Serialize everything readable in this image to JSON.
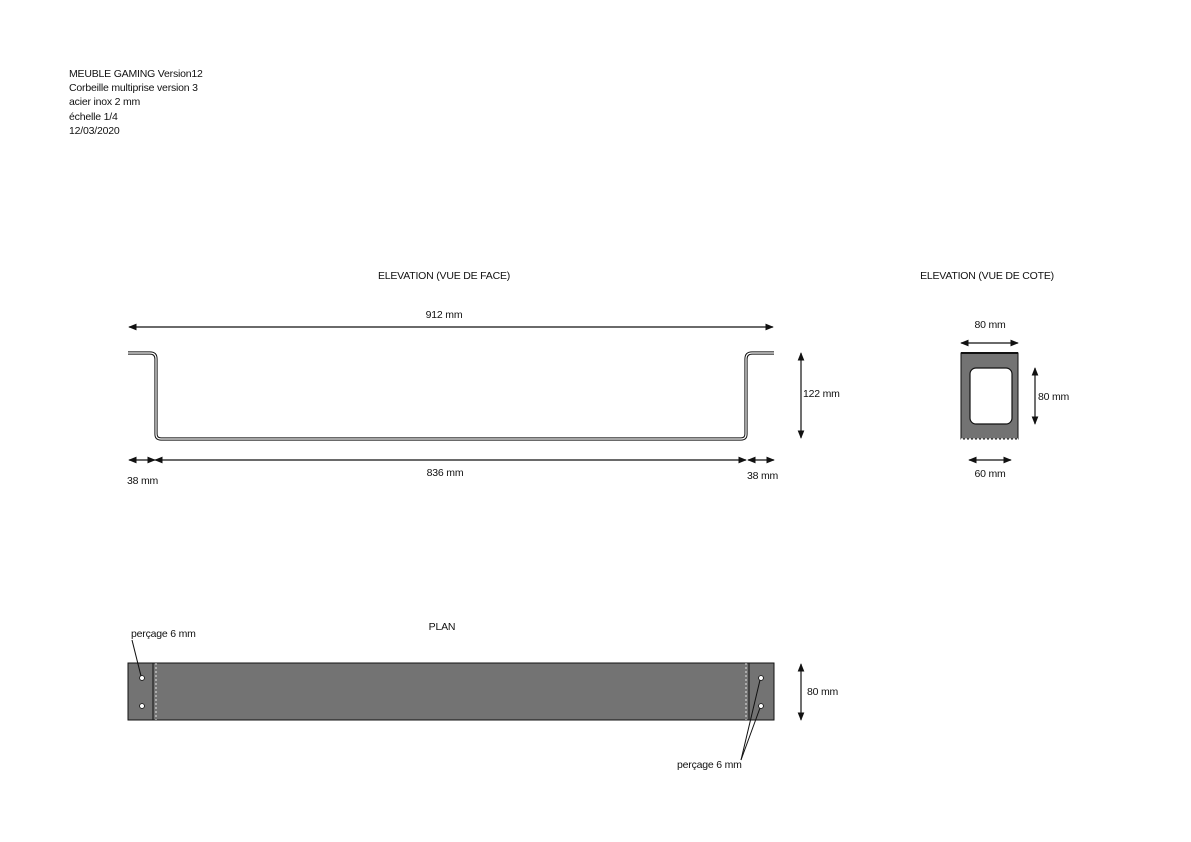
{
  "title_block": {
    "line1": "MEUBLE GAMING Version12",
    "line2": "Corbeille multiprise version 3",
    "line3": "acier inox 2 mm",
    "line4": "échelle 1/4",
    "line5": "12/03/2020"
  },
  "views": {
    "front": {
      "title": "ELEVATION (VUE DE FACE)",
      "overall_width": "912 mm",
      "height": "122 mm",
      "left_flange": "38 mm",
      "inner_width": "836 mm",
      "right_flange": "38 mm"
    },
    "side": {
      "title": "ELEVATION (VUE DE COTE)",
      "top_width": "80 mm",
      "height": "80 mm",
      "bottom_width": "60 mm"
    },
    "plan": {
      "title": "PLAN",
      "width": "80 mm",
      "drilling_left": "perçage 6 mm",
      "drilling_right": "perçage 6 mm"
    }
  },
  "colors": {
    "line": "#111111",
    "fill": "#737373"
  }
}
